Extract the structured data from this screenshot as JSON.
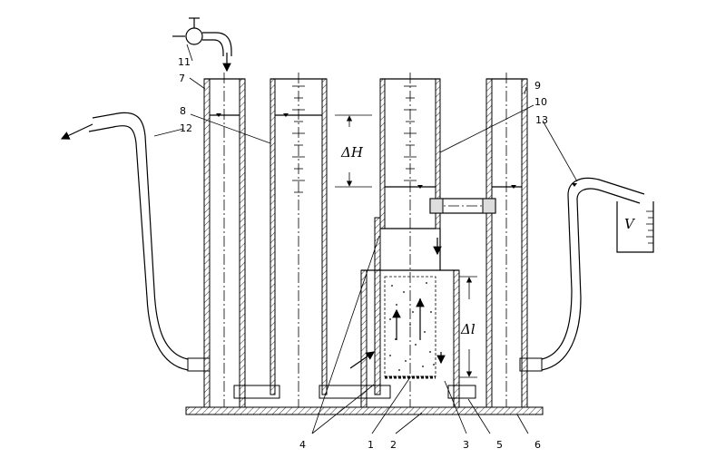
{
  "labels": {
    "n1": "1",
    "n2": "2",
    "n3": "3",
    "n4": "4",
    "n5": "5",
    "n6": "6",
    "n7": "7",
    "n8": "8",
    "n9": "9",
    "n10": "10",
    "n11": "11",
    "n12": "12",
    "n13": "13"
  },
  "symbols": {
    "head_diff": "ΔH",
    "length": "Δl",
    "volume": "V"
  }
}
